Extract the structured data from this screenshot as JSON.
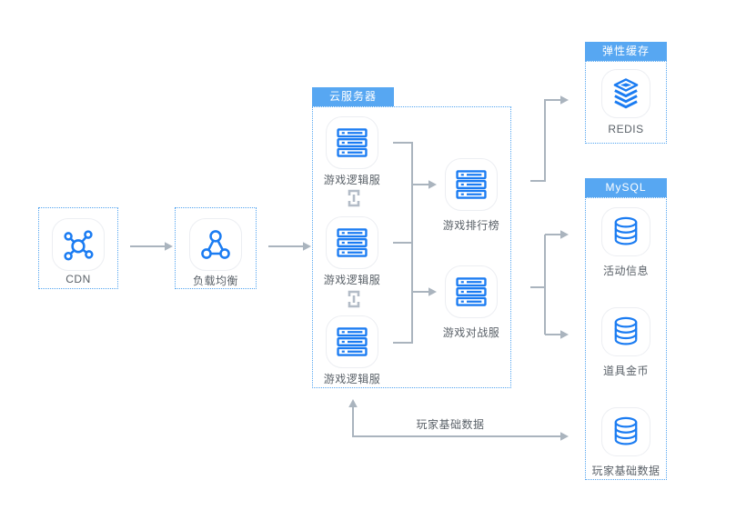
{
  "palette": {
    "icon_blue": "#1B7CF2",
    "group_header_blue": "#57A7F2",
    "dotted_border_blue": "#54A5F0",
    "wire_gray": "#AAB4BE",
    "label_gray": "#5A6168"
  },
  "nodes": {
    "cdn": {
      "label": "CDN",
      "icon": "cdn-network-icon"
    },
    "load_balancer": {
      "label": "负载均衡",
      "icon": "load-balancer-icon"
    },
    "cloud_group": {
      "title": "云服务器",
      "logic_servers": [
        {
          "label": "游戏逻辑服",
          "icon": "server-icon"
        },
        {
          "label": "游戏逻辑服",
          "icon": "server-icon"
        },
        {
          "label": "游戏逻辑服",
          "icon": "server-icon"
        }
      ],
      "link_icon": "chain-link-icon",
      "leaderboard": {
        "label": "游戏排行榜",
        "icon": "server-icon"
      },
      "battle": {
        "label": "游戏对战服",
        "icon": "server-icon"
      }
    },
    "cache_group": {
      "title": "弹性缓存",
      "item": {
        "label": "REDIS",
        "icon": "redis-stack-icon"
      }
    },
    "mysql_group": {
      "title": "MySQL",
      "databases": [
        {
          "label": "活动信息",
          "icon": "database-icon"
        },
        {
          "label": "道具金币",
          "icon": "database-icon"
        },
        {
          "label": "玩家基础数据",
          "icon": "database-icon"
        }
      ]
    }
  },
  "edges": {
    "player_data_flow_label": "玩家基础数据"
  }
}
